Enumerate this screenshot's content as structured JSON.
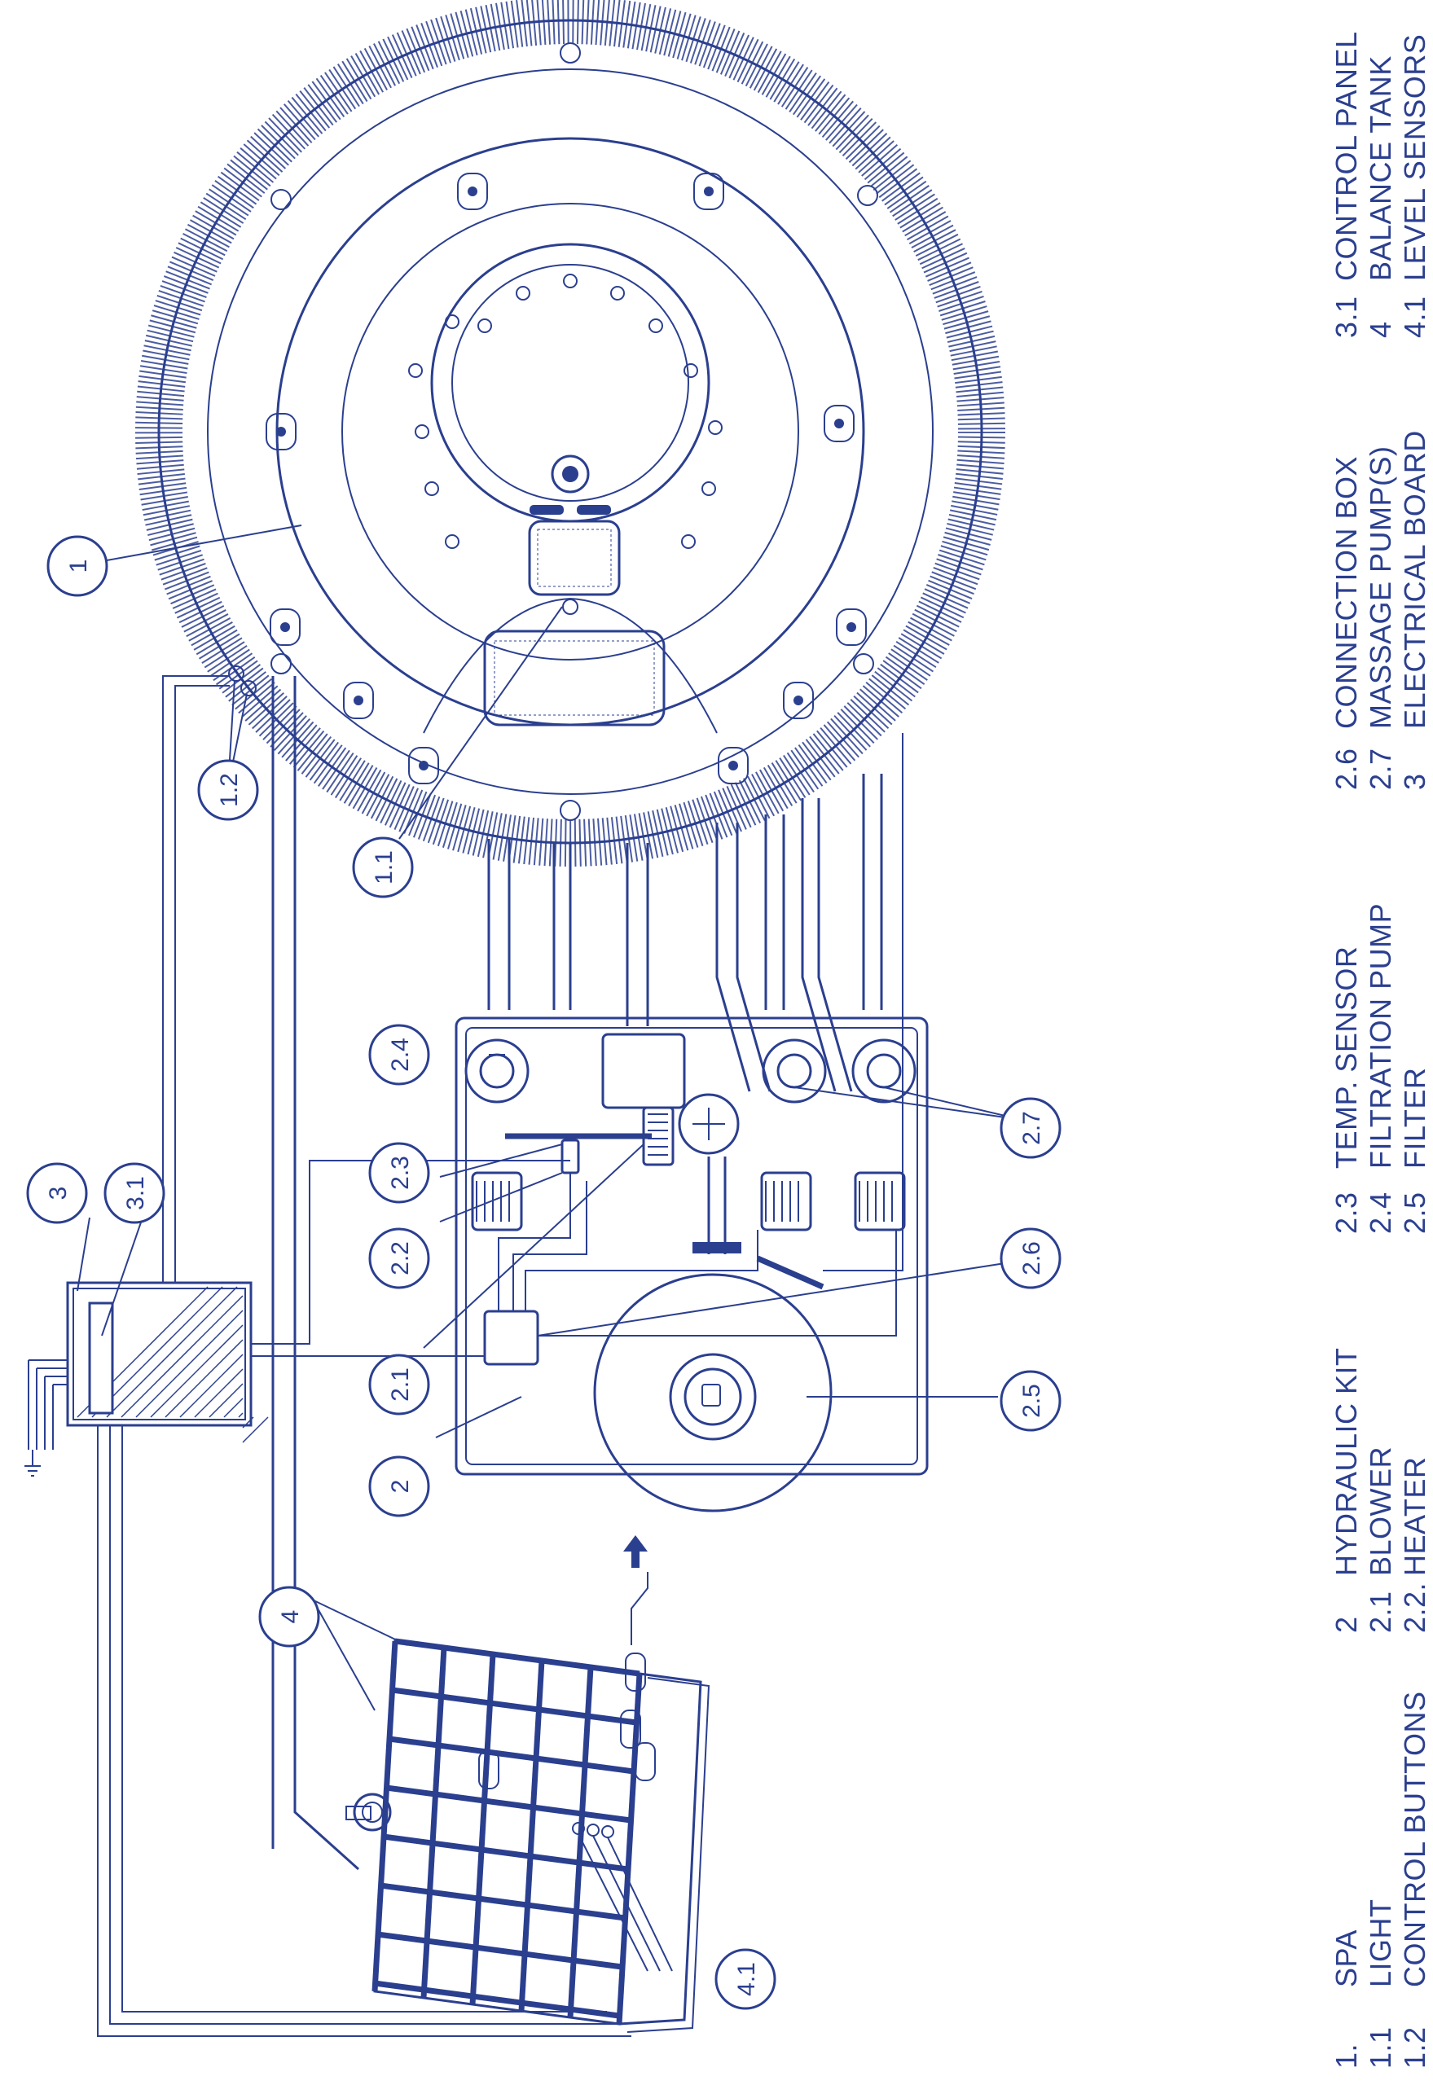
{
  "colors": {
    "line": "#2b3f8f",
    "background": "#ffffff"
  },
  "callouts": {
    "c1": "1",
    "c1_1": "1.1",
    "c1_2": "1.2",
    "c2": "2",
    "c2_1": "2.1",
    "c2_2": "2.2",
    "c2_3": "2.3",
    "c2_4": "2.4",
    "c2_5": "2.5",
    "c2_6": "2.6",
    "c2_7": "2.7",
    "c3": "3",
    "c3_1": "3.1",
    "c4": "4",
    "c4_1": "4.1"
  },
  "legend": [
    {
      "number": "1.",
      "label": "SPA"
    },
    {
      "number": "1.1",
      "label": "LIGHT"
    },
    {
      "number": "1.2",
      "label": "CONTROL BUTTONS"
    },
    {
      "number": "2",
      "label": "HYDRAULIC KIT"
    },
    {
      "number": "2.1",
      "label": "BLOWER"
    },
    {
      "number": "2.2.",
      "label": "HEATER"
    },
    {
      "number": "2.3",
      "label": "TEMP. SENSOR"
    },
    {
      "number": "2.4",
      "label": "FILTRATION PUMP"
    },
    {
      "number": "2.5",
      "label": "FILTER"
    },
    {
      "number": "2.6",
      "label": "CONNECTION BOX"
    },
    {
      "number": "2.7",
      "label": "MASSAGE PUMP(S)"
    },
    {
      "number": "3",
      "label": "ELECTRICAL BOARD"
    },
    {
      "number": "3.1",
      "label": "CONTROL PANEL"
    },
    {
      "number": "4",
      "label": "BALANCE TANK"
    },
    {
      "number": "4.1",
      "label": "LEVEL SENSORS"
    }
  ]
}
